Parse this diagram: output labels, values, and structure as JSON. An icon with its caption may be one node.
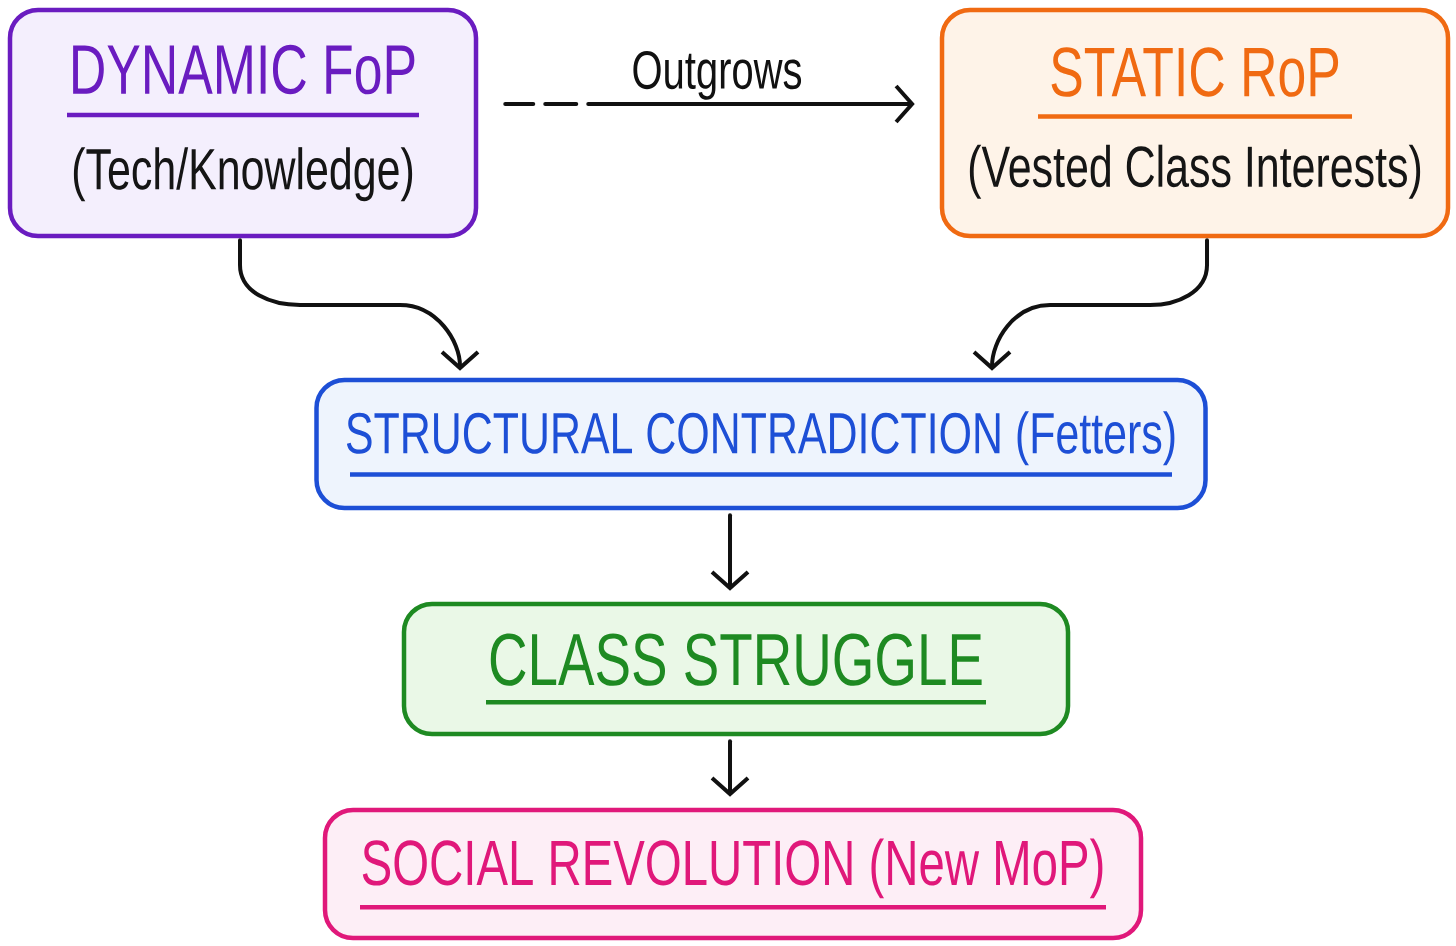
{
  "diagram": {
    "nodes": [
      {
        "text": [
          "DYNAMIC FoP",
          "(Tech/Knowledge)"
        ]
      },
      {
        "text": [
          "STATIC RoP",
          "(Vested Class Interests)"
        ]
      },
      {
        "text": [
          "STRUCTURAL CONTRADICTION (Fetters)"
        ]
      },
      {
        "text": [
          "CLASS STRUGGLE"
        ]
      },
      {
        "text": [
          "SOCIAL REVOLUTION (New MoP)"
        ]
      }
    ],
    "edges": [
      {
        "from": 0,
        "to": 1,
        "arrow": "to",
        "label": "Outgrows",
        "style": "dashed"
      },
      {
        "from": 0,
        "to": 2,
        "arrow": "to"
      },
      {
        "from": 1,
        "to": 2,
        "arrow": "to"
      },
      {
        "from": 2,
        "to": 3,
        "arrow": "to"
      },
      {
        "from": 3,
        "to": 4,
        "arrow": "to"
      }
    ]
  }
}
